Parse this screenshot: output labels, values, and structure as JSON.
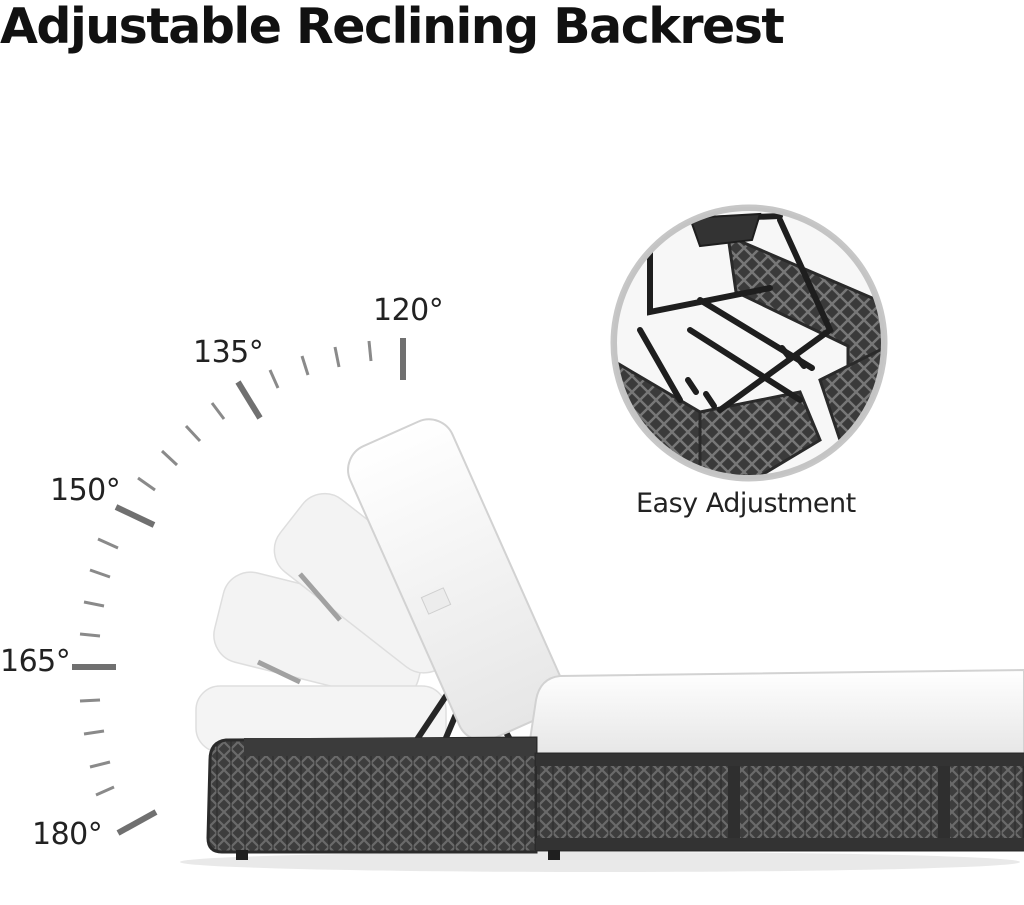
{
  "title": "Adjustable Reclining Backrest",
  "angles": [
    {
      "key": "a120",
      "label": "120°"
    },
    {
      "key": "a135",
      "label": "135°"
    },
    {
      "key": "a150",
      "label": "150°"
    },
    {
      "key": "a165",
      "label": "165°"
    },
    {
      "key": "a180",
      "label": "180°"
    }
  ],
  "inset": {
    "caption": "Easy Adjustment"
  },
  "colors": {
    "rattan": "#4a4a4a",
    "rattan_dark": "#2e2e2e",
    "cushion": "#f4f4f4",
    "frame": "#2a2a2a",
    "tick": "#6b6b6b"
  }
}
